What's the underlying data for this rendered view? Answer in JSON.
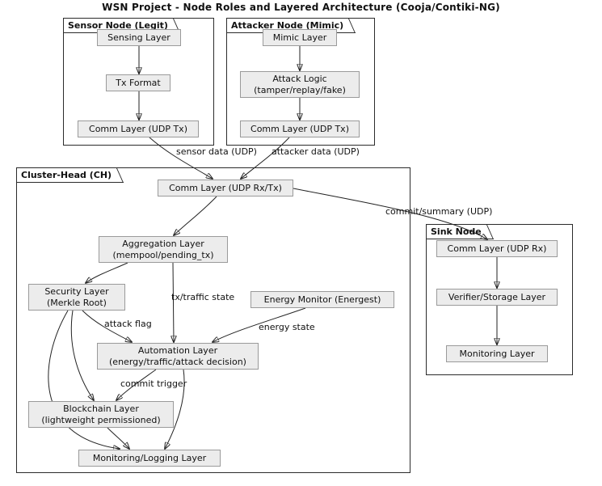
{
  "title": "WSN Project - Node Roles and Layered Architecture (Cooja/Contiki-NG)",
  "colors": {
    "background": "#ffffff",
    "node_fill": "#ececec",
    "node_border": "#9a9a9a",
    "container_border": "#2b2b2b",
    "edge": "#222222",
    "text": "#111111"
  },
  "containers": {
    "sensor": "Sensor Node (Legit)",
    "attacker": "Attacker Node (Mimic)",
    "cluster": "Cluster-Head (CH)",
    "sink": "Sink Node"
  },
  "nodes": {
    "sensing": "Sensing Layer",
    "tx_format": "Tx Format",
    "sensor_comm": "Comm Layer (UDP Tx)",
    "mimic": "Mimic Layer",
    "attack_logic_1": "Attack Logic",
    "attack_logic_2": "(tamper/replay/fake)",
    "attacker_comm": "Comm Layer (UDP Tx)",
    "ch_comm": "Comm Layer (UDP Rx/Tx)",
    "aggregation_1": "Aggregation Layer",
    "aggregation_2": "(mempool/pending_tx)",
    "security_1": "Security Layer",
    "security_2": "(Merkle Root)",
    "energy_monitor": "Energy Monitor (Energest)",
    "automation_1": "Automation Layer",
    "automation_2": "(energy/traffic/attack decision)",
    "blockchain_1": "Blockchain Layer",
    "blockchain_2": "(lightweight permissioned)",
    "ch_monitoring": "Monitoring/Logging Layer",
    "sink_comm": "Comm Layer (UDP Rx)",
    "verifier": "Verifier/Storage Layer",
    "sink_monitoring": "Monitoring Layer"
  },
  "edge_labels": {
    "sensor_data": "sensor data (UDP)",
    "attacker_data": "attacker data (UDP)",
    "commit_summary": "commit/summary (UDP)",
    "tx_traffic": "tx/traffic state",
    "attack_flag": "attack flag",
    "energy_state": "energy state",
    "commit_trigger": "commit trigger"
  },
  "edges": [
    {
      "from": "sensing",
      "to": "tx_format"
    },
    {
      "from": "tx_format",
      "to": "sensor_comm"
    },
    {
      "from": "mimic",
      "to": "attack_logic"
    },
    {
      "from": "attack_logic",
      "to": "attacker_comm"
    },
    {
      "from": "sensor_comm",
      "to": "ch_comm",
      "label": "sensor data (UDP)"
    },
    {
      "from": "attacker_comm",
      "to": "ch_comm",
      "label": "attacker data (UDP)"
    },
    {
      "from": "ch_comm",
      "to": "aggregation"
    },
    {
      "from": "ch_comm",
      "to": "sink_comm",
      "label": "commit/summary (UDP)"
    },
    {
      "from": "aggregation",
      "to": "security"
    },
    {
      "from": "aggregation",
      "to": "automation",
      "label": "tx/traffic state"
    },
    {
      "from": "security",
      "to": "automation",
      "label": "attack flag"
    },
    {
      "from": "energy_monitor",
      "to": "automation",
      "label": "energy state"
    },
    {
      "from": "automation",
      "to": "blockchain",
      "label": "commit trigger"
    },
    {
      "from": "security",
      "to": "blockchain"
    },
    {
      "from": "blockchain",
      "to": "ch_monitoring"
    },
    {
      "from": "automation",
      "to": "ch_monitoring"
    },
    {
      "from": "security",
      "to": "ch_monitoring"
    },
    {
      "from": "sink_comm",
      "to": "verifier"
    },
    {
      "from": "verifier",
      "to": "sink_monitoring"
    }
  ]
}
